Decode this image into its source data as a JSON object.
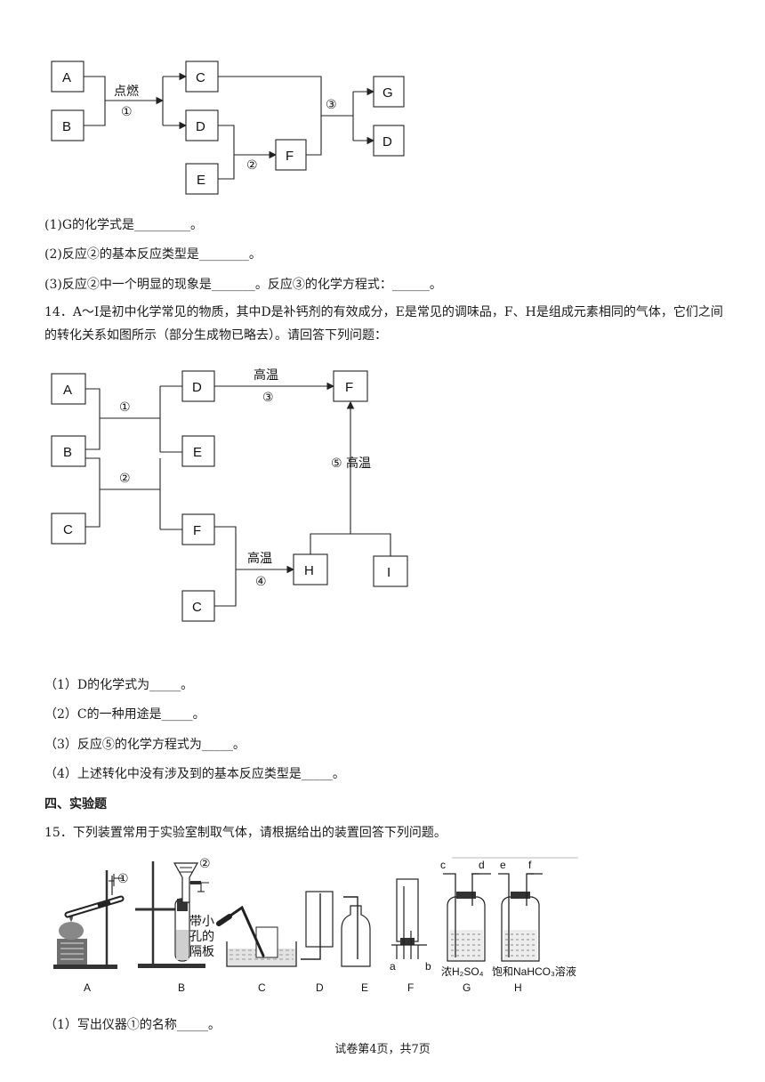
{
  "diagram1": {
    "boxes": {
      "a": "A",
      "b": "B",
      "c": "C",
      "d1": "D",
      "e": "E",
      "f": "F",
      "g": "G",
      "d2": "D"
    },
    "labels": {
      "ignite": "点燃",
      "r1": "①",
      "r2": "②",
      "r3": "③"
    }
  },
  "q13": {
    "sub1": "(1)G的化学式是_________。",
    "sub2": "(2)反应②的基本反应类型是________。",
    "sub3": "(3)反应②中一个明显的现象是_______。反应③的化学方程式：______。"
  },
  "q14": {
    "intro": "14．A～I是初中化学常见的物质，其中D是补钙剂的有效成分，E是常见的调味品，F、H是组成元素相同的气体，它们之间的转化关系如图所示（部分生成物已略去）。请回答下列问题：",
    "diagram": {
      "boxes": {
        "a": "A",
        "b": "B",
        "c1": "C",
        "d": "D",
        "e": "E",
        "f1": "F",
        "c2": "C",
        "f2": "F",
        "h": "H",
        "i": "I"
      },
      "labels": {
        "r1": "①",
        "r2": "②",
        "high_temp_3": "高温",
        "r3": "③",
        "r5": "⑤ 高温",
        "high_temp_4": "高温",
        "r4": "④"
      }
    },
    "sub1": "（1）D的化学式为_____。",
    "sub2": "（2）C的一种用途是_____。",
    "sub3": "（3）反应⑤的化学方程式为_____。",
    "sub4": "（4）上述转化中没有涉及到的基本反应类型是_____。"
  },
  "section4": {
    "title": "四、实验题"
  },
  "q15": {
    "intro": "15．下列装置常用于实验室制取气体，请根据给出的装置回答下列问题。",
    "apparatus_labels": [
      "A",
      "B",
      "C",
      "D",
      "E",
      "F",
      "G",
      "H"
    ],
    "marks": {
      "m1": "①",
      "m2": "②",
      "partition": [
        "带小",
        "孔的",
        "隔板"
      ],
      "f_a": "a",
      "f_b": "b",
      "g_c": "c",
      "g_d": "d",
      "h_e": "e",
      "h_f": "f",
      "g_liquid": "浓H₂SO₄",
      "h_liquid": "饱和NaHCO₃溶液"
    },
    "sub1": "（1）写出仪器①的名称_____。"
  },
  "footer": {
    "page": "试卷第4页，共7页"
  }
}
